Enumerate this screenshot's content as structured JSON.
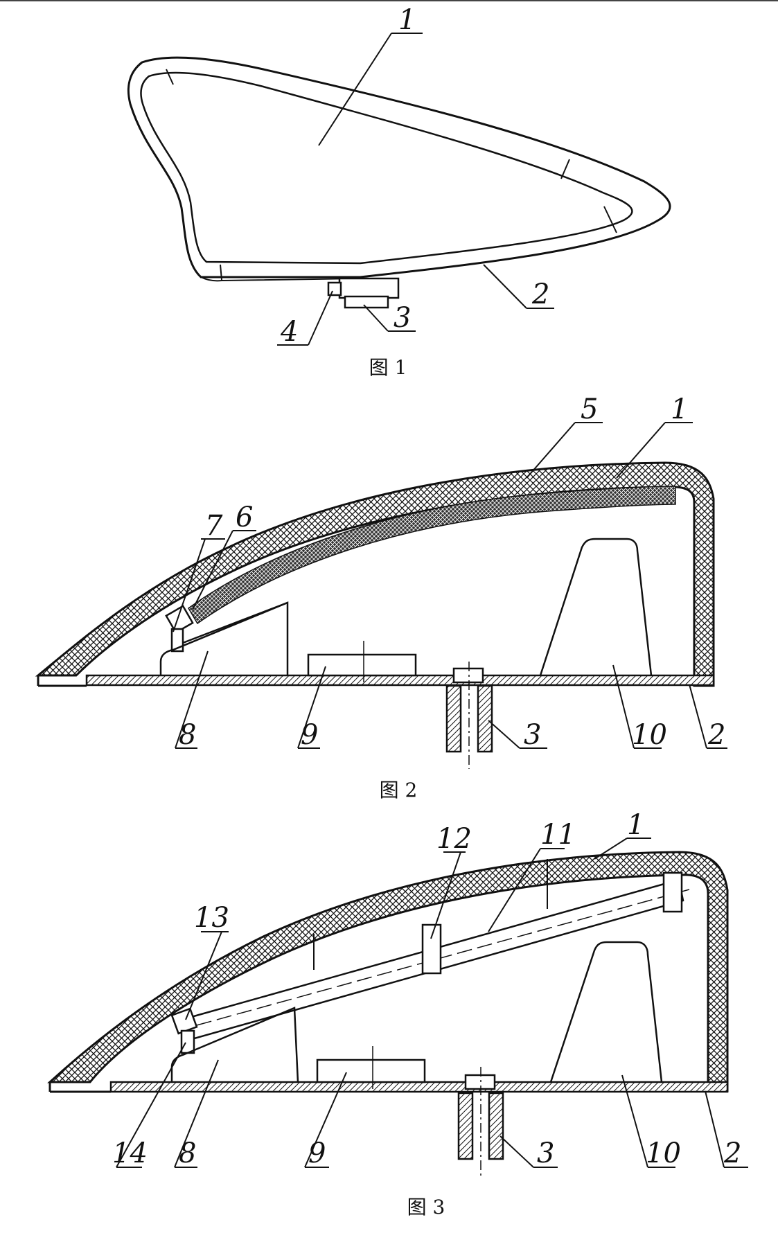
{
  "figures": [
    {
      "caption": "图 1",
      "labels": [
        "1",
        "2",
        "3",
        "4"
      ]
    },
    {
      "caption": "图 2",
      "labels": [
        "5",
        "1",
        "7",
        "6",
        "8",
        "9",
        "3",
        "10",
        "2"
      ]
    },
    {
      "caption": "图 3",
      "labels": [
        "12",
        "11",
        "1",
        "13",
        "14",
        "8",
        "9",
        "3",
        "10",
        "2"
      ]
    }
  ]
}
